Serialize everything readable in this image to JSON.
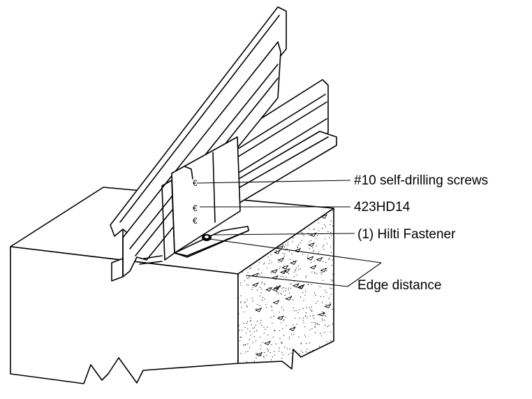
{
  "callouts": {
    "screws": "#10 self-drilling screws",
    "connector": "423HD14",
    "fastener": "(1) Hilti Fastener",
    "edge": "Edge distance"
  },
  "colors": {
    "line": "#000000",
    "background": "#ffffff"
  }
}
